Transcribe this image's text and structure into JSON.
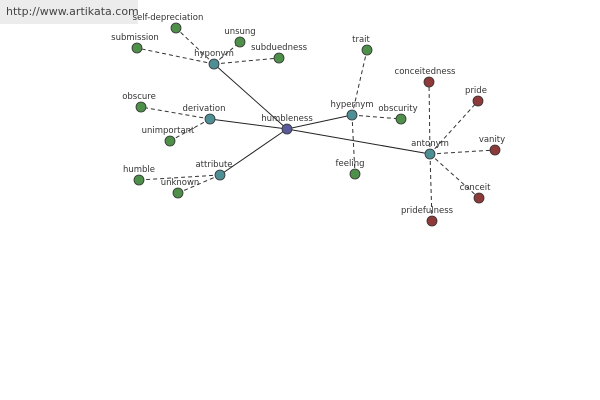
{
  "source_url": "http://www.artikata.com",
  "colors": {
    "center": "#5a5a9a",
    "relation": "#4e8f96",
    "green_word": "#4e8f4a",
    "red_word": "#8e3a3a",
    "node_stroke": "#333333",
    "solid_edge": "#222222",
    "dashed_edge": "#333333"
  },
  "graph": {
    "center": "humbleness",
    "relations": [
      "hyponym",
      "derivation",
      "attribute",
      "hypernym",
      "antonym"
    ],
    "words": {
      "hyponym": [
        "self-depreciation",
        "unsung",
        "submission",
        "subduedness"
      ],
      "derivation": [
        "obscure",
        "unimportant"
      ],
      "attribute": [
        "humble",
        "unknown"
      ],
      "hypernym": [
        "trait",
        "obscurity",
        "feeling"
      ],
      "antonym": [
        "conceitedness",
        "pride",
        "vanity",
        "conceit",
        "pridefulness"
      ]
    }
  }
}
